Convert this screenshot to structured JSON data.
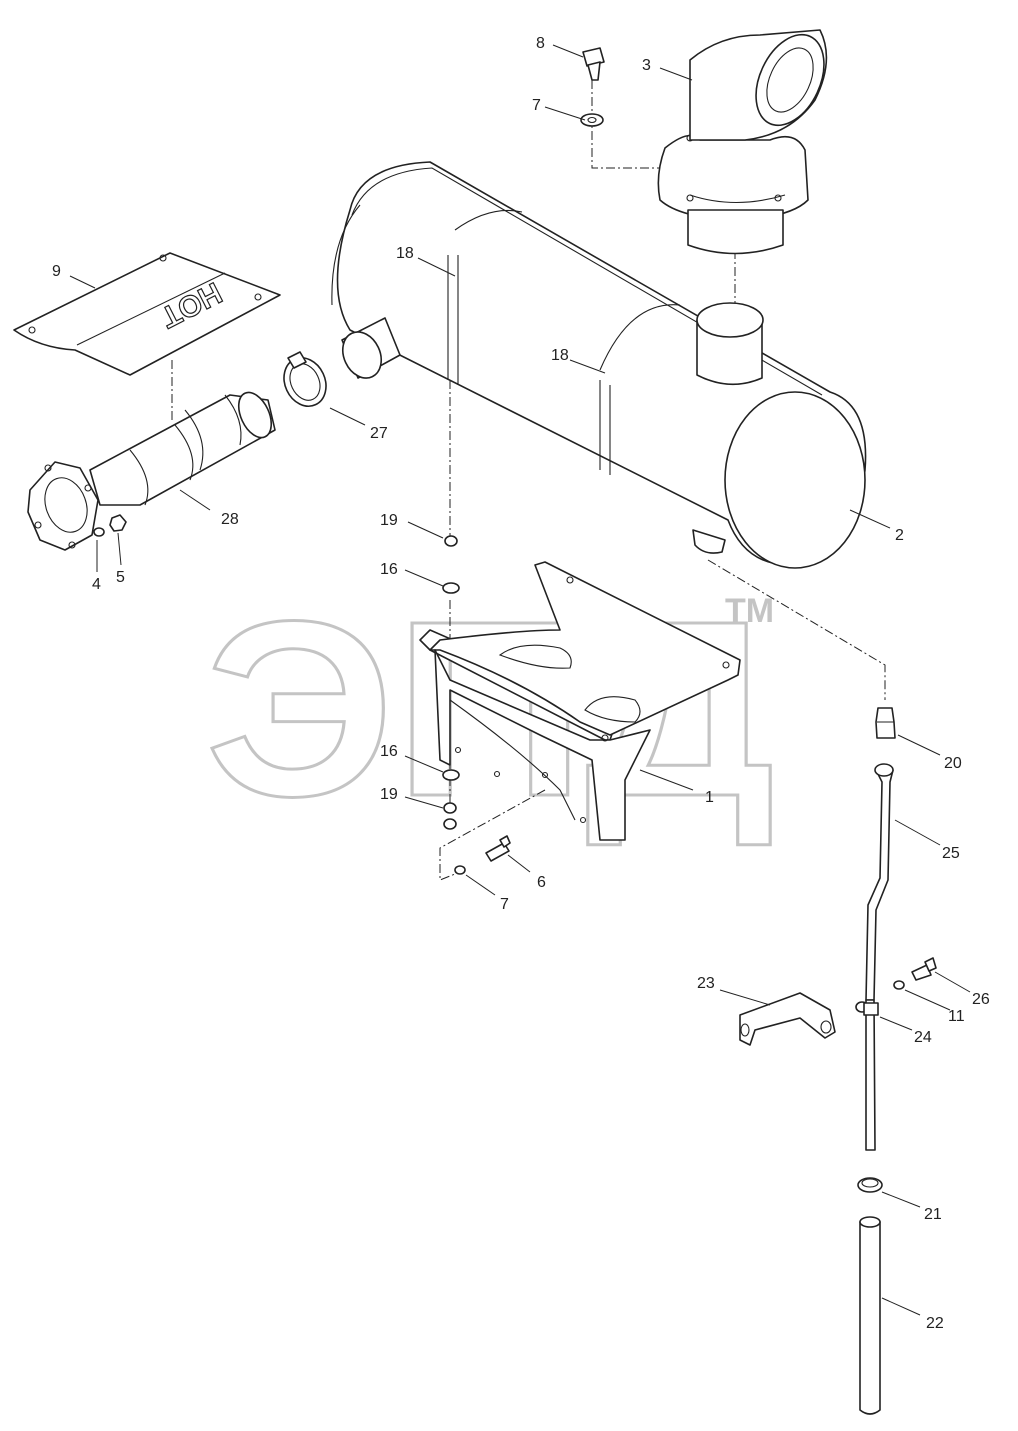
{
  "watermark": {
    "text": "ЭПД",
    "tm": "TM"
  },
  "heat_shield_text": "HOT",
  "callouts": [
    {
      "id": "c1",
      "text": "1"
    },
    {
      "id": "c2",
      "text": "2"
    },
    {
      "id": "c3",
      "text": "3"
    },
    {
      "id": "c4",
      "text": "4"
    },
    {
      "id": "c5",
      "text": "5"
    },
    {
      "id": "c6",
      "text": "6"
    },
    {
      "id": "c7a",
      "text": "7"
    },
    {
      "id": "c7b",
      "text": "7"
    },
    {
      "id": "c8",
      "text": "8"
    },
    {
      "id": "c9",
      "text": "9"
    },
    {
      "id": "c11",
      "text": "11"
    },
    {
      "id": "c16a",
      "text": "16"
    },
    {
      "id": "c16b",
      "text": "16"
    },
    {
      "id": "c18a",
      "text": "18"
    },
    {
      "id": "c18b",
      "text": "18"
    },
    {
      "id": "c19a",
      "text": "19"
    },
    {
      "id": "c19b",
      "text": "19"
    },
    {
      "id": "c20",
      "text": "20"
    },
    {
      "id": "c21",
      "text": "21"
    },
    {
      "id": "c22",
      "text": "22"
    },
    {
      "id": "c23",
      "text": "23"
    },
    {
      "id": "c24",
      "text": "24"
    },
    {
      "id": "c25",
      "text": "25"
    },
    {
      "id": "c26",
      "text": "26"
    },
    {
      "id": "c27",
      "text": "27"
    },
    {
      "id": "c28",
      "text": "28"
    }
  ]
}
